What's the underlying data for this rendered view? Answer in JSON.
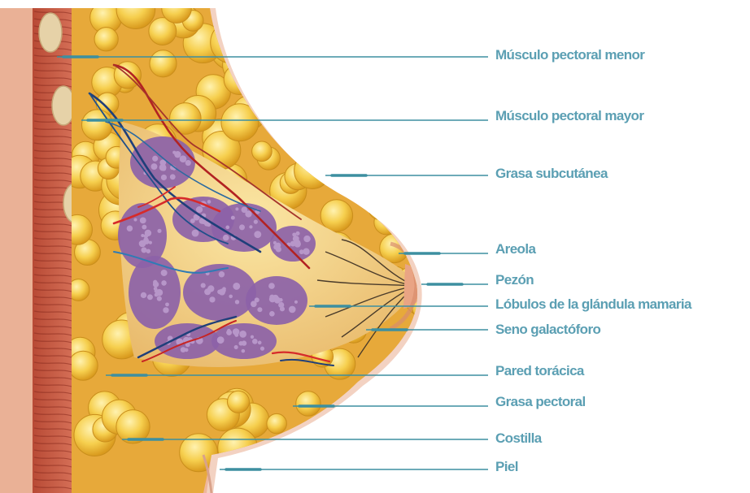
{
  "diagram": {
    "colors": {
      "label_text": "#5b9fb3",
      "leader_line": "#3d8fa0",
      "skin": "#e9a98f",
      "muscle": "#c8573e",
      "fat": "#f2c84a",
      "gland": "#8c62a8",
      "artery": "#d22b2b",
      "vein": "#1f4f8a"
    },
    "labels": [
      {
        "id": "musculo-menor",
        "text": "Músculo pectoral menor"
      },
      {
        "id": "musculo-mayor",
        "text": "Músculo pectoral mayor"
      },
      {
        "id": "grasa-subcutanea",
        "text": "Grasa subcutánea"
      },
      {
        "id": "areola",
        "text": "Areola"
      },
      {
        "id": "pezon",
        "text": "Pezón"
      },
      {
        "id": "lobulos",
        "text": "Lóbulos de la glándula mamaria"
      },
      {
        "id": "seno",
        "text": "Seno galactóforo"
      },
      {
        "id": "pared",
        "text": "Pared torácica"
      },
      {
        "id": "grasa-pectoral",
        "text": "Grasa pectoral"
      },
      {
        "id": "costilla",
        "text": "Costilla"
      },
      {
        "id": "piel",
        "text": "Piel"
      }
    ]
  }
}
